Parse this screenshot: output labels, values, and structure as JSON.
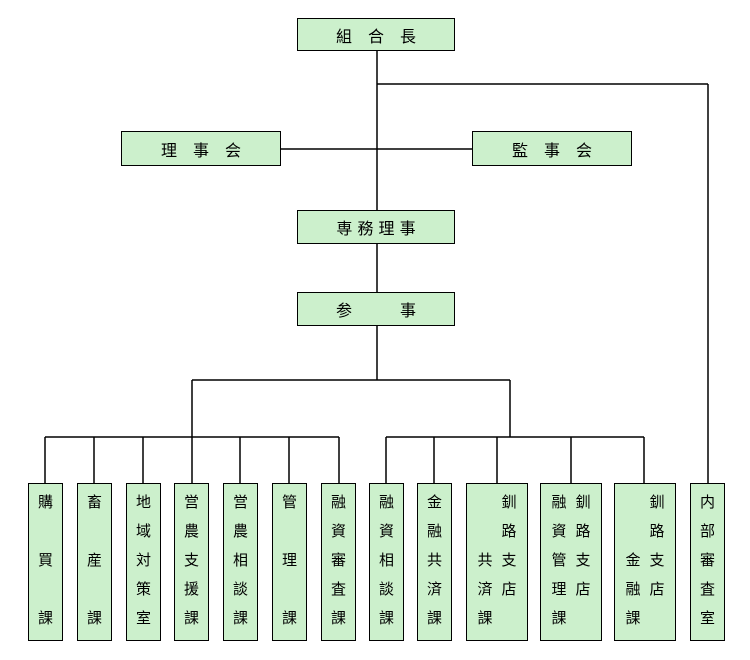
{
  "top": {
    "kumiaicho": "組　合　長",
    "rijikai": "理　事　会",
    "kanjikai": "監　事　会",
    "senmu": "専 務 理 事",
    "sanji": "参　　　事"
  },
  "sections": [
    {
      "name": "koubai",
      "columns": [
        [
          "購",
          "",
          "買",
          "",
          "課"
        ]
      ]
    },
    {
      "name": "chikusan",
      "columns": [
        [
          "畜",
          "",
          "産",
          "",
          "課"
        ]
      ]
    },
    {
      "name": "chiiki",
      "columns": [
        [
          "地",
          "域",
          "対",
          "策",
          "室"
        ]
      ]
    },
    {
      "name": "einoshien",
      "columns": [
        [
          "営",
          "農",
          "支",
          "援",
          "課"
        ]
      ]
    },
    {
      "name": "einosodan",
      "columns": [
        [
          "営",
          "農",
          "相",
          "談",
          "課"
        ]
      ]
    },
    {
      "name": "kanri",
      "columns": [
        [
          "管",
          "",
          "理",
          "",
          "課"
        ]
      ]
    },
    {
      "name": "yushishinsa",
      "columns": [
        [
          "融",
          "資",
          "審",
          "査",
          "課"
        ]
      ]
    },
    {
      "name": "yushisodan",
      "columns": [
        [
          "融",
          "資",
          "相",
          "談",
          "課"
        ]
      ]
    },
    {
      "name": "kinyukyosai",
      "columns": [
        [
          "金",
          "融",
          "共",
          "済",
          "課"
        ]
      ]
    },
    {
      "name": "kushiro-kyosai",
      "columns": [
        [
          "",
          "",
          "共",
          "済",
          "課"
        ],
        [
          "釧",
          "路",
          "支",
          "店",
          ""
        ]
      ]
    },
    {
      "name": "kushiro-yushikanri",
      "columns": [
        [
          "融",
          "資",
          "管",
          "理",
          "課"
        ],
        [
          "釧",
          "路",
          "支",
          "店",
          ""
        ]
      ]
    },
    {
      "name": "kushiro-kinyu",
      "columns": [
        [
          "",
          "",
          "金",
          "融",
          "課"
        ],
        [
          "釧",
          "路",
          "支",
          "店",
          ""
        ]
      ]
    },
    {
      "name": "naibu",
      "columns": [
        [
          "内",
          "部",
          "審",
          "査",
          "室"
        ]
      ]
    }
  ]
}
